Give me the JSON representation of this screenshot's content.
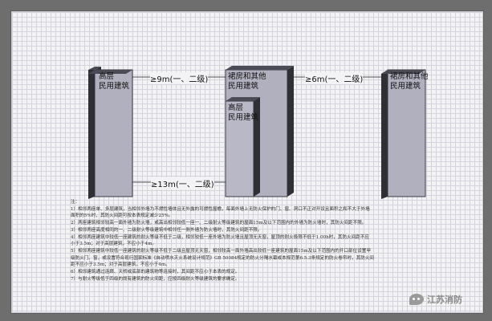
{
  "buildings": {
    "left_label": "高层\n民用建筑",
    "middle_label": "裙房和其他\n民用建筑",
    "inner_label": "高层\n民用建筑",
    "right_label": "裙房和其他\n民用建筑"
  },
  "dimensions": {
    "left_gap": "≥9m(一、二级)",
    "right_gap": "≥6m(一、二级)",
    "bottom_gap": "≥13m(一、二级)"
  },
  "notes": [
    "注：",
    "1）相邻两座单、多层建筑，当相邻外墙为不燃性墙体且无外露的可燃性屋檐，每面外墙上无防火保护的门、窗、洞口不正对开设且面积之和不大于外墙",
    "面积的5%时，其防火间距可按本表规定减少25%。",
    "2）两座建筑相邻较高一面外墙为防火墙，或高出相邻较低一座一、二级耐火等级建筑的屋面15m及以下范围内的外墙为防火墙时，其防火间距不限。",
    "3）相邻两座高度相同的一、二级耐火等级建筑中相邻任一侧外墙为防火墙时，其防火间距不限。",
    "4）相邻两座建筑中较低一座建筑的耐火等级不低于二级，相邻较低一座外墙为防火墙且屋顶无天窗，屋顶的耐火极限不低于1.00h时，其防火间距不应",
    "小于3.5m；对于高层建筑，不应小于4m。",
    "5）相邻两座建筑中较低一座建筑的耐火等级不低于二级且屋顶无天窗，相邻较高一面外墙高出较低一座建筑的屋面15m及以下范围内的开口部位设置甲",
    "级防火门、窗，或设置符合现行国家标准《自动喷水灭火系统设计规范》GB 50084规定的防火分隔水幕或本规范第6.5.3条规定的防火卷帘时，其防火间",
    "距不应小于3.5m；对于高层建筑，不应小于4m。",
    "6）相邻建筑通过连廊、天桥或底部的建筑物等连接时，其间距不应小于本表的规定。",
    "7）与耐火等级低于四级的既有建筑的防火间距，应按四级耐火等级建筑的要求确定。"
  ],
  "watermark": {
    "text": "江苏消防"
  },
  "colors": {
    "building_fill": "#b1b0be",
    "building_side": "#2f2f36",
    "building_top": "#4b4b55",
    "line": "#222222"
  }
}
